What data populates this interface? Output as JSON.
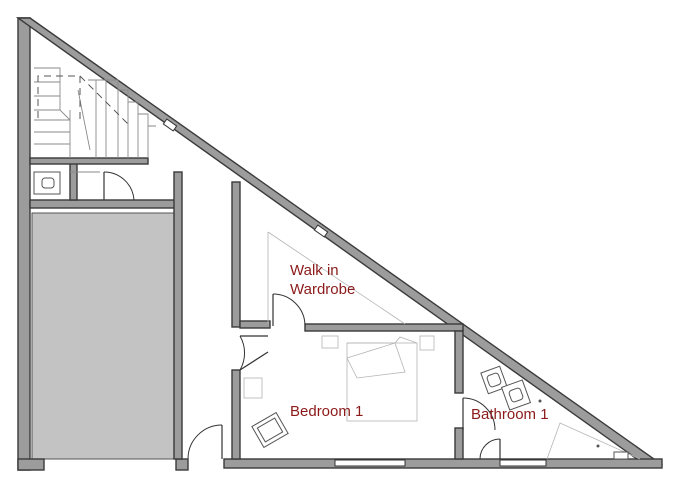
{
  "rooms": {
    "walk_in_wardrobe": "Walk in\nWardrobe",
    "bedroom_1": "Bedroom 1",
    "bathroom_1": "Bathroom 1"
  },
  "colors": {
    "label": "#8b1a1a",
    "wall_fill": "#9c9c9c",
    "garage_fill": "#c3c3c3"
  }
}
